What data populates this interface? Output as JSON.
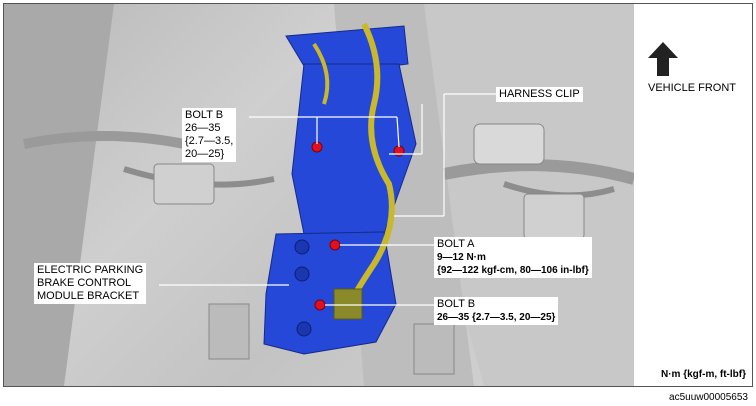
{
  "labels": {
    "harness_clip": "HARNESS CLIP",
    "vehicle_front": "VEHICLE FRONT",
    "bolt_b_upper": {
      "name": "BOLT B",
      "spec_lines": [
        "26—35",
        "{2.7—3.5,",
        "20—25}"
      ]
    },
    "bolt_a": {
      "name": "BOLT A",
      "spec_lines": [
        "9—12 N·m",
        "{92—122 kgf-cm, 80—106 in-lbf}"
      ]
    },
    "bolt_b_lower": {
      "name": "BOLT B",
      "spec_lines": [
        "26—35 {2.7—3.5, 20—25}"
      ]
    },
    "bracket": {
      "lines": [
        "ELECTRIC PARKING",
        "BRAKE CONTROL",
        "MODULE BRACKET"
      ]
    },
    "units": "N·m {kgf-m, ft-lbf}",
    "figure_id": "ac5uuw00005653"
  },
  "colors": {
    "bracket_blue": "#2548d8",
    "harness_yellow": "#c9b92a",
    "bolt_red": "#e01020",
    "structure_gray": "#9a9a9a"
  },
  "icons": [
    "arrow-up-icon"
  ]
}
